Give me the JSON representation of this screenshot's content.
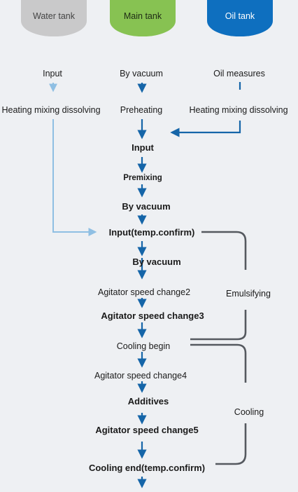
{
  "tanks": {
    "water": "Water tank",
    "main": "Main tank",
    "oil": "Oil tank"
  },
  "colors": {
    "water_tank": "#c9c9ca",
    "main_tank": "#87c252",
    "oil_tank": "#0e6fbf",
    "flow_arrow": "#1565a8",
    "bracket": "#55595f"
  },
  "row1": {
    "input": "Input",
    "by_vacuum": "By vacuum",
    "oil_measures": "Oil measures"
  },
  "row2": {
    "water_heating": "Heating mixing dissolving",
    "preheating": "Preheating",
    "oil_heating": "Heating mixing dissolving"
  },
  "steps": {
    "input": "Input",
    "premixing": "Premixing",
    "by_vacuum_1": "By vacuum",
    "input_temp": "Input(temp.confirm)",
    "by_vacuum_2": "By vacuum",
    "agitator2": "Agitator speed change2",
    "agitator3": "Agitator speed change3",
    "cooling_begin": "Cooling begin",
    "agitator4": "Agitator speed change4",
    "additives": "Additives",
    "agitator5": "Agitator speed change5",
    "cooling_end": "Cooling end(temp.confirm)"
  },
  "phases": {
    "emulsifying": "Emulsifying",
    "cooling": "Cooling"
  }
}
